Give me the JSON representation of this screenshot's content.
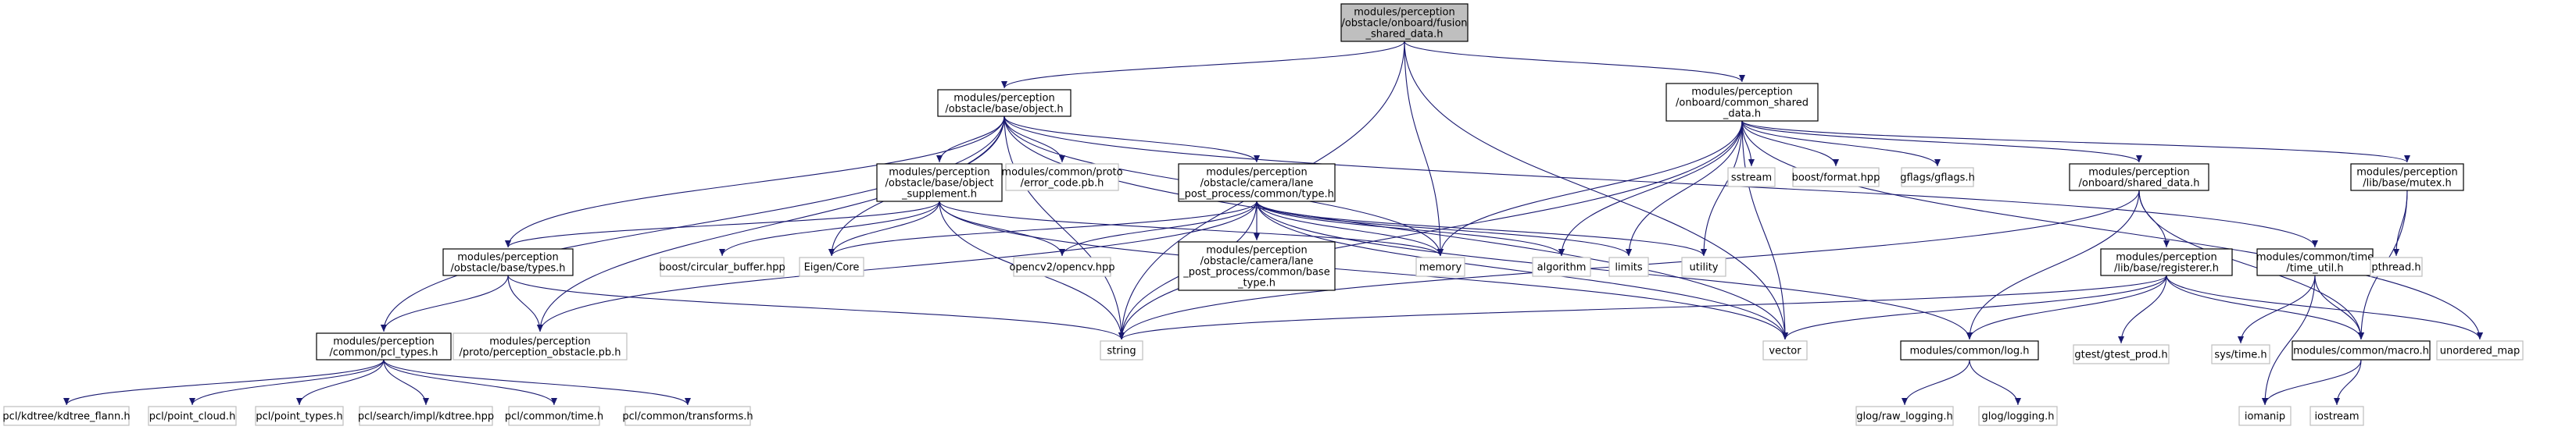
{
  "colors": {
    "edge": "#191970",
    "root_fill": "#bfbfbf",
    "node_border": "#000000",
    "external_border": "#bfbfbf"
  },
  "nodes": {
    "root": [
      "modules/perception",
      "/obstacle/onboard/fusion",
      "_shared_data.h"
    ],
    "object_h": [
      "modules/perception",
      "/obstacle/base/object.h"
    ],
    "common_shared_data": [
      "modules/perception",
      "/onboard/common_shared",
      "_data.h"
    ],
    "object_supplement": [
      "modules/perception",
      "/obstacle/base/object",
      "_supplement.h"
    ],
    "error_code": [
      "modules/common/proto",
      "/error_code.pb.h"
    ],
    "lane_type": [
      "modules/perception",
      "/obstacle/camera/lane",
      "_post_process/common/type.h"
    ],
    "sstream": [
      "sstream"
    ],
    "boost_format": [
      "boost/format.hpp"
    ],
    "gflags": [
      "gflags/gflags.h"
    ],
    "onboard_shared_data": [
      "modules/perception",
      "/onboard/shared_data.h"
    ],
    "mutex": [
      "modules/perception",
      "/lib/base/mutex.h"
    ],
    "base_types": [
      "modules/perception",
      "/obstacle/base/types.h"
    ],
    "circular_buffer": [
      "boost/circular_buffer.hpp"
    ],
    "eigen": [
      "Eigen/Core"
    ],
    "opencv": [
      "opencv2/opencv.hpp"
    ],
    "lane_base_type": [
      "modules/perception",
      "/obstacle/camera/lane",
      "_post_process/common/base",
      "_type.h"
    ],
    "memory": [
      "memory"
    ],
    "algorithm": [
      "algorithm"
    ],
    "limits": [
      "limits"
    ],
    "utility": [
      "utility"
    ],
    "registerer": [
      "modules/perception",
      "/lib/base/registerer.h"
    ],
    "time_util": [
      "modules/common/time",
      "/time_util.h"
    ],
    "pthread": [
      "pthread.h"
    ],
    "pcl_types": [
      "modules/perception",
      "/common/pcl_types.h"
    ],
    "perception_obstacle_pb": [
      "modules/perception",
      "/proto/perception_obstacle.pb.h"
    ],
    "string": [
      "string"
    ],
    "vector": [
      "vector"
    ],
    "log": [
      "modules/common/log.h"
    ],
    "gtest_prod": [
      "gtest/gtest_prod.h"
    ],
    "sys_time": [
      "sys/time.h"
    ],
    "macro": [
      "modules/common/macro.h"
    ],
    "unordered_map": [
      "unordered_map"
    ],
    "kdtree_flann": [
      "pcl/kdtree/kdtree_flann.h"
    ],
    "point_cloud": [
      "pcl/point_cloud.h"
    ],
    "point_types": [
      "pcl/point_types.h"
    ],
    "search_kdtree": [
      "pcl/search/impl/kdtree.hpp"
    ],
    "pcl_time": [
      "pcl/common/time.h"
    ],
    "pcl_transforms": [
      "pcl/common/transforms.h"
    ],
    "raw_logging": [
      "glog/raw_logging.h"
    ],
    "glog_logging": [
      "glog/logging.h"
    ],
    "iomanip": [
      "iomanip"
    ],
    "iostream": [
      "iostream"
    ]
  }
}
